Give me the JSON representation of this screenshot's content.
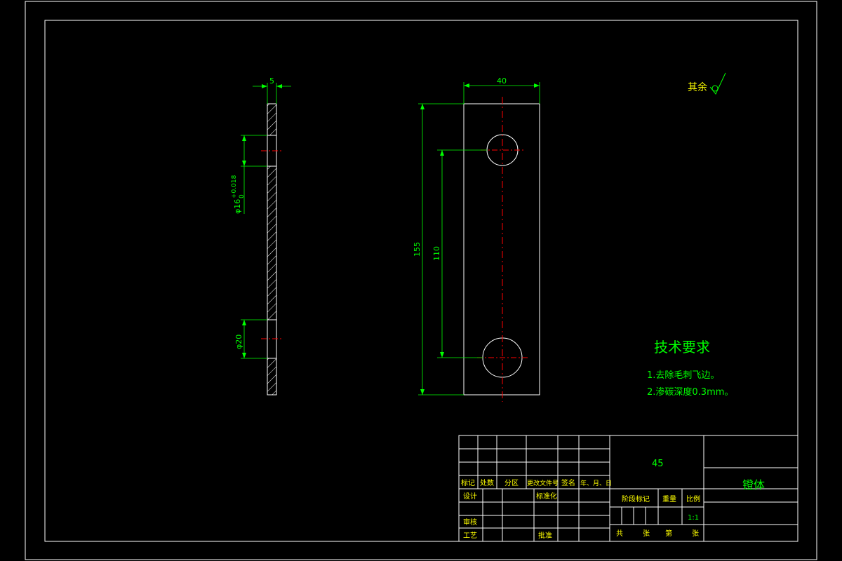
{
  "drawing": {
    "roughness_note": "其余",
    "side_view": {
      "thickness_dim": "5",
      "hole_dim_main": "φ16",
      "hole_dim_tol_upper": "+0.018",
      "hole_dim_tol_lower": "0",
      "hole2_dim": "φ20"
    },
    "front_view": {
      "width_dim": "40",
      "length_dim": "155",
      "center_distance_dim": "110"
    },
    "tech_requirements": {
      "title": "技术要求",
      "items": [
        "1.去除毛刺飞边。",
        "2.渗碳深度0.3mm。"
      ]
    },
    "title_block": {
      "material": "45",
      "part_name": "镫体",
      "scale": "1:1",
      "headers": [
        "标记",
        "处数",
        "分区",
        "更改文件号",
        "签名",
        "年、月、日"
      ],
      "row_design": "设计",
      "row_standardize": "标准化",
      "row_review": "审核",
      "row_process": "工艺",
      "row_approve": "批准",
      "stage_mark": "阶段标记",
      "weight": "重量",
      "scale_label": "比例",
      "sheets_total_prefix": "共",
      "sheets_unit": "张",
      "sheet_no_prefix": "第",
      "sheet_no_unit": "张"
    }
  },
  "colors": {
    "line": "#ffffff",
    "dim": "#00ff00",
    "center": "#ff0000",
    "label": "#ffff00"
  }
}
